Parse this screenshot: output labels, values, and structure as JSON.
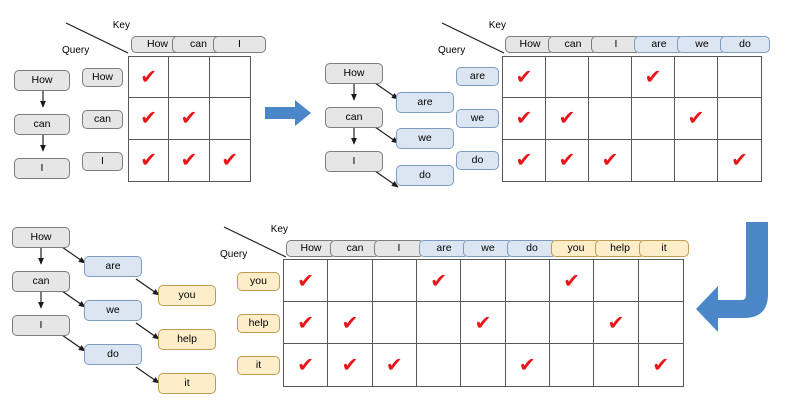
{
  "colors": {
    "prompt_token": "#e6e6e6",
    "draft_token": "#dce6f2",
    "accepted_token": "#fdeec9",
    "check_mark": "#e8151b",
    "arrow_blue": "#4a86c8",
    "grid_line": "#595959"
  },
  "labels": {
    "key": "Key",
    "query": "Query",
    "check": "✔"
  },
  "panels": {
    "top_left": {
      "name": "initial-prompt-panel",
      "chain": [
        {
          "text": "How",
          "type": "prompt"
        },
        {
          "text": "can",
          "type": "prompt"
        },
        {
          "text": "I",
          "type": "prompt"
        }
      ],
      "matrix": {
        "key_headers": [
          {
            "text": "How",
            "type": "prompt"
          },
          {
            "text": "can",
            "type": "prompt"
          },
          {
            "text": "I",
            "type": "prompt"
          }
        ],
        "query_headers": [
          {
            "text": "How",
            "type": "prompt"
          },
          {
            "text": "can",
            "type": "prompt"
          },
          {
            "text": "I",
            "type": "prompt"
          }
        ],
        "mask": [
          [
            1,
            0,
            0
          ],
          [
            1,
            1,
            0
          ],
          [
            1,
            1,
            1
          ]
        ]
      }
    },
    "top_right": {
      "name": "first-draft-panel",
      "tree": {
        "prompt_chain": [
          {
            "text": "How",
            "type": "prompt"
          },
          {
            "text": "can",
            "type": "prompt"
          },
          {
            "text": "I",
            "type": "prompt"
          }
        ],
        "draft_branch": [
          {
            "text": "are",
            "type": "draft"
          },
          {
            "text": "we",
            "type": "draft"
          },
          {
            "text": "do",
            "type": "draft"
          }
        ]
      },
      "matrix": {
        "key_headers": [
          {
            "text": "How",
            "type": "prompt"
          },
          {
            "text": "can",
            "type": "prompt"
          },
          {
            "text": "I",
            "type": "prompt"
          },
          {
            "text": "are",
            "type": "draft"
          },
          {
            "text": "we",
            "type": "draft"
          },
          {
            "text": "do",
            "type": "draft"
          }
        ],
        "query_headers": [
          {
            "text": "are",
            "type": "draft"
          },
          {
            "text": "we",
            "type": "draft"
          },
          {
            "text": "do",
            "type": "draft"
          }
        ],
        "mask": [
          [
            1,
            0,
            0,
            1,
            0,
            0
          ],
          [
            1,
            1,
            0,
            0,
            1,
            0
          ],
          [
            1,
            1,
            1,
            0,
            0,
            1
          ]
        ]
      }
    },
    "bottom_left": {
      "name": "second-draft-tree-panel",
      "tree": {
        "prompt_chain": [
          {
            "text": "How",
            "type": "prompt"
          },
          {
            "text": "can",
            "type": "prompt"
          },
          {
            "text": "I",
            "type": "prompt"
          }
        ],
        "draft_branch": [
          {
            "text": "are",
            "type": "draft"
          },
          {
            "text": "we",
            "type": "draft"
          },
          {
            "text": "do",
            "type": "draft"
          }
        ],
        "accepted_branch": [
          {
            "text": "you",
            "type": "accepted"
          },
          {
            "text": "help",
            "type": "accepted"
          },
          {
            "text": "it",
            "type": "accepted"
          }
        ]
      }
    },
    "bottom_right": {
      "name": "second-draft-matrix-panel",
      "matrix": {
        "key_headers": [
          {
            "text": "How",
            "type": "prompt"
          },
          {
            "text": "can",
            "type": "prompt"
          },
          {
            "text": "I",
            "type": "prompt"
          },
          {
            "text": "are",
            "type": "draft"
          },
          {
            "text": "we",
            "type": "draft"
          },
          {
            "text": "do",
            "type": "draft"
          },
          {
            "text": "you",
            "type": "accepted"
          },
          {
            "text": "help",
            "type": "accepted"
          },
          {
            "text": "it",
            "type": "accepted"
          }
        ],
        "query_headers": [
          {
            "text": "you",
            "type": "accepted"
          },
          {
            "text": "help",
            "type": "accepted"
          },
          {
            "text": "it",
            "type": "accepted"
          }
        ],
        "mask": [
          [
            1,
            0,
            0,
            1,
            0,
            0,
            1,
            0,
            0
          ],
          [
            1,
            1,
            0,
            0,
            1,
            0,
            0,
            1,
            0
          ],
          [
            1,
            1,
            1,
            0,
            0,
            1,
            0,
            0,
            1
          ]
        ]
      }
    }
  },
  "arrows": {
    "step1": {
      "name": "step-arrow-right",
      "direction": "right"
    },
    "step2": {
      "name": "step-arrow-wrap-left",
      "direction": "down-left"
    }
  }
}
